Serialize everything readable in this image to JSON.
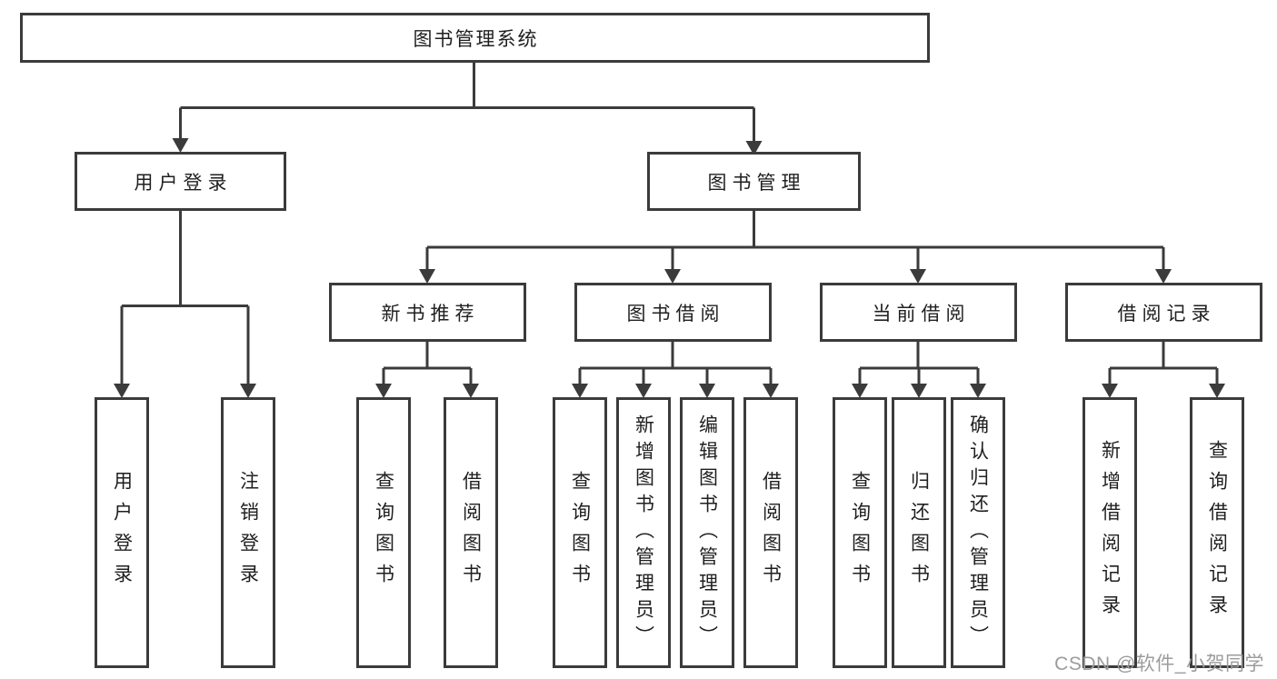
{
  "colors": {
    "line": "#3b3b3b",
    "box_border": "#3b3b3b",
    "text": "#1f1f1f",
    "background": "#ffffff",
    "watermark_text_color": "#9c9c9c"
  },
  "diagram": {
    "root": {
      "label": "图书管理系统"
    },
    "branches": [
      {
        "label": "用户登录",
        "children": [
          {
            "label": "用户登录"
          },
          {
            "label": "注销登录"
          }
        ]
      },
      {
        "label": "图书管理",
        "children": [
          {
            "label": "新书推荐",
            "children": [
              {
                "label": "查询图书"
              },
              {
                "label": "借阅图书"
              }
            ]
          },
          {
            "label": "图书借阅",
            "children": [
              {
                "label": "查询图书"
              },
              {
                "label": "新增图书（管理员）"
              },
              {
                "label": "编辑图书（管理员）"
              },
              {
                "label": "借阅图书"
              }
            ]
          },
          {
            "label": "当前借阅",
            "children": [
              {
                "label": "查询图书"
              },
              {
                "label": "归还图书"
              },
              {
                "label": "确认归还（管理员）"
              }
            ]
          },
          {
            "label": "借阅记录",
            "children": [
              {
                "label": "新增借阅记录"
              },
              {
                "label": "查询借阅记录"
              }
            ]
          }
        ]
      }
    ]
  },
  "watermark": {
    "text": "CSDN @软件_小贺同学"
  }
}
